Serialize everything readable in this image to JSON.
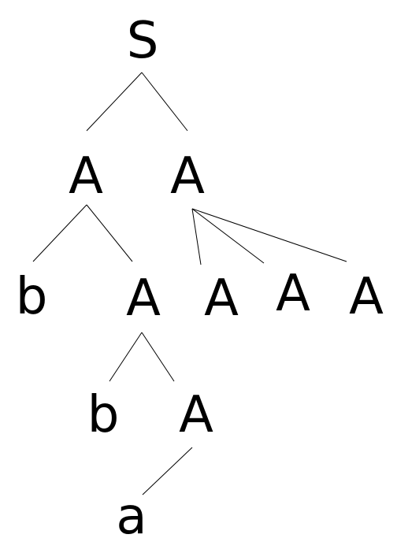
{
  "tree": {
    "nodes": {
      "root": "S",
      "l1_left": "A",
      "l1_right": "A",
      "l2_b": "b",
      "l2_a1": "A",
      "l2_a2": "A",
      "l2_a3": "A",
      "l2_a4": "A",
      "l3_b": "b",
      "l3_a": "A",
      "l4_a": "a"
    },
    "edges": [
      [
        "root",
        "l1_left"
      ],
      [
        "root",
        "l1_right"
      ],
      [
        "l1_left",
        "l2_b"
      ],
      [
        "l1_left",
        "l2_a1"
      ],
      [
        "l1_right",
        "l2_a2"
      ],
      [
        "l1_right",
        "l2_a3"
      ],
      [
        "l1_right",
        "l2_a4"
      ],
      [
        "l2_a1",
        "l3_b"
      ],
      [
        "l2_a1",
        "l3_a"
      ],
      [
        "l3_a",
        "l4_a"
      ]
    ]
  }
}
